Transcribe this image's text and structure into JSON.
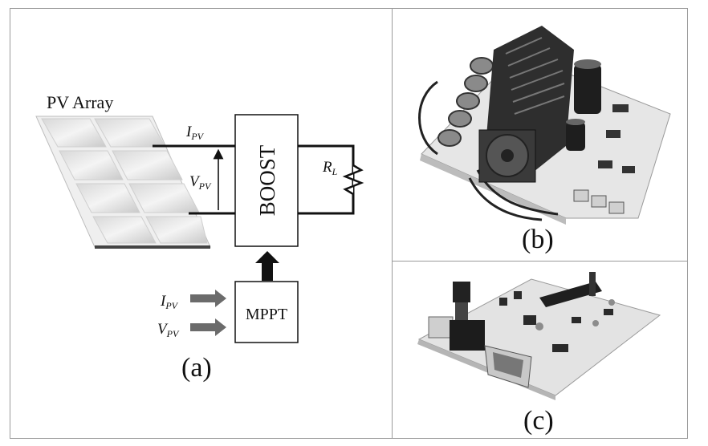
{
  "panel_a": {
    "pv_array_label": "PV Array",
    "i_pv_main": "I",
    "i_pv_main_sub": "PV",
    "v_pv_main": "V",
    "v_pv_main_sub": "PV",
    "boost_label": "BOOST",
    "rl_label": "R",
    "rl_sub": "L",
    "mppt_label": "MPPT",
    "i_pv_in": "I",
    "i_pv_in_sub": "PV",
    "v_pv_in": "V",
    "v_pv_in_sub": "PV",
    "caption": "(a)"
  },
  "panel_b": {
    "caption": "(b)",
    "image": "boost-converter-board-photo"
  },
  "panel_c": {
    "caption": "(c)",
    "image": "mppt-controller-board-photo"
  }
}
